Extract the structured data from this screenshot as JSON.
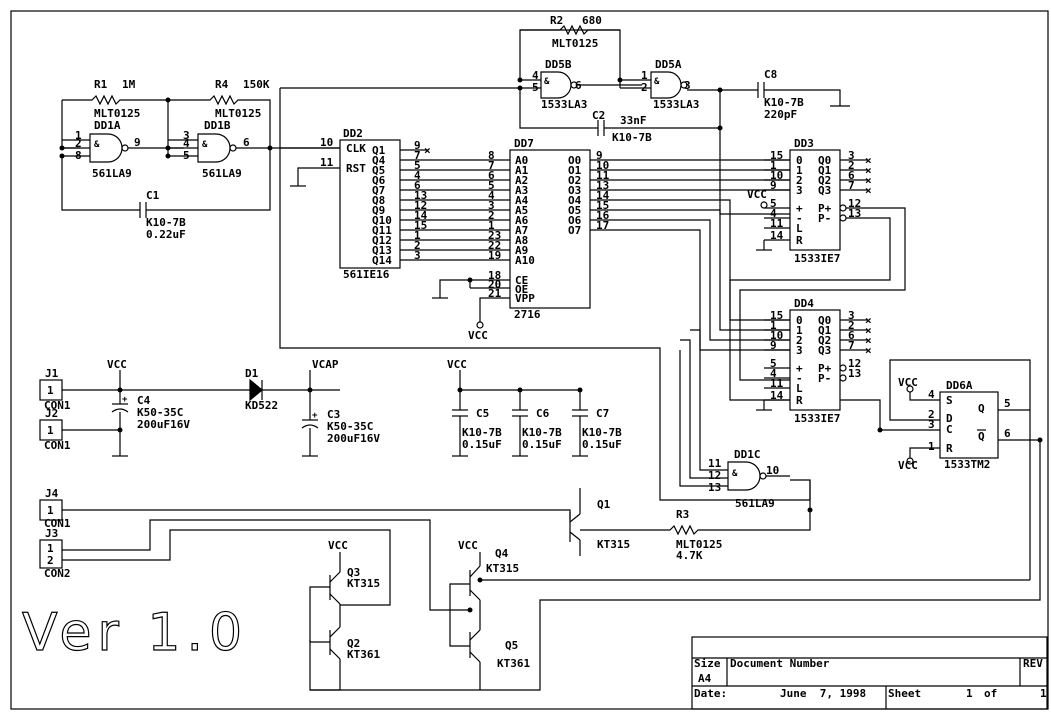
{
  "version": "Ver 1.0",
  "title_block": {
    "size_label": "Size",
    "size_value": "A4",
    "docnum_label": "Document Number",
    "rev_label": "REV",
    "date_label": "Date:",
    "date_value": "June  7, 1998",
    "sheet_label": "Sheet",
    "sheet_value": "1",
    "of_label": "of",
    "of_value": "1"
  },
  "resistors": {
    "r1": {
      "ref": "R1",
      "value": "1M",
      "type": "MLT0125"
    },
    "r4": {
      "ref": "R4",
      "value": "150K",
      "type": "MLT0125"
    },
    "r2": {
      "ref": "R2",
      "value": "680",
      "type": "MLT0125"
    },
    "r3": {
      "ref": "R3",
      "value": "4.7K",
      "type": "MLT0125"
    }
  },
  "capacitors": {
    "c1": {
      "ref": "C1",
      "type": "K10-7B",
      "value": "0.22uF"
    },
    "c2": {
      "ref": "C2",
      "type": "K10-7B",
      "value": "33nF"
    },
    "c8": {
      "ref": "C8",
      "type": "K10-7B",
      "value": "220pF"
    },
    "c4": {
      "ref": "C4",
      "type": "K50-35C",
      "value": "200uF16V"
    },
    "c3": {
      "ref": "C3",
      "type": "K50-35C",
      "value": "200uF16V"
    },
    "c5": {
      "ref": "C5",
      "type": "K10-7B",
      "value": "0.15uF"
    },
    "c6": {
      "ref": "C6",
      "type": "K10-7B",
      "value": "0.15uF"
    },
    "c7": {
      "ref": "C7",
      "type": "K10-7B",
      "value": "0.15uF"
    }
  },
  "chips": {
    "dd1a": {
      "ref": "DD1A",
      "type": "561LA9",
      "pins": [
        "1",
        "2",
        "8",
        "9"
      ]
    },
    "dd1b": {
      "ref": "DD1B",
      "type": "561LA9",
      "pins": [
        "3",
        "4",
        "5",
        "6"
      ]
    },
    "dd1c": {
      "ref": "DD1C",
      "type": "561LA9",
      "pins": [
        "11",
        "12",
        "13",
        "10"
      ]
    },
    "dd5b": {
      "ref": "DD5B",
      "type": "1533LA3",
      "pins": [
        "4",
        "5",
        "6"
      ]
    },
    "dd5a": {
      "ref": "DD5A",
      "type": "1533LA3",
      "pins": [
        "1",
        "2",
        "3"
      ]
    },
    "dd2": {
      "ref": "DD2",
      "type": "561IE16",
      "left": [
        {
          "pin": "10",
          "label": "CLK"
        },
        {
          "pin": "11",
          "label": "RST"
        }
      ],
      "right": [
        {
          "pin": "9",
          "label": "Q1"
        },
        {
          "pin": "7",
          "label": "Q4"
        },
        {
          "pin": "5",
          "label": "Q5"
        },
        {
          "pin": "4",
          "label": "Q6"
        },
        {
          "pin": "6",
          "label": "Q7"
        },
        {
          "pin": "13",
          "label": "Q8"
        },
        {
          "pin": "12",
          "label": "Q9"
        },
        {
          "pin": "14",
          "label": "Q10"
        },
        {
          "pin": "15",
          "label": "Q11"
        },
        {
          "pin": "1",
          "label": "Q12"
        },
        {
          "pin": "2",
          "label": "Q13"
        },
        {
          "pin": "3",
          "label": "Q14"
        }
      ]
    },
    "dd7": {
      "ref": "DD7",
      "type": "2716",
      "left": [
        {
          "pin": "8",
          "label": "A0"
        },
        {
          "pin": "7",
          "label": "A1"
        },
        {
          "pin": "6",
          "label": "A2"
        },
        {
          "pin": "5",
          "label": "A3"
        },
        {
          "pin": "4",
          "label": "A4"
        },
        {
          "pin": "3",
          "label": "A5"
        },
        {
          "pin": "2",
          "label": "A6"
        },
        {
          "pin": "1",
          "label": "A7"
        },
        {
          "pin": "23",
          "label": "A8"
        },
        {
          "pin": "22",
          "label": "A9"
        },
        {
          "pin": "19",
          "label": "A10"
        },
        {
          "pin": "18",
          "label": "CE"
        },
        {
          "pin": "20",
          "label": "OE"
        },
        {
          "pin": "21",
          "label": "VPP"
        }
      ],
      "right": [
        {
          "pin": "9",
          "label": "O0"
        },
        {
          "pin": "10",
          "label": "O1"
        },
        {
          "pin": "11",
          "label": "O2"
        },
        {
          "pin": "13",
          "label": "O3"
        },
        {
          "pin": "14",
          "label": "O4"
        },
        {
          "pin": "15",
          "label": "O5"
        },
        {
          "pin": "16",
          "label": "O6"
        },
        {
          "pin": "17",
          "label": "O7"
        }
      ]
    },
    "dd3": {
      "ref": "DD3",
      "type": "1533IE7",
      "left": [
        {
          "pin": "15",
          "label": "0"
        },
        {
          "pin": "1",
          "label": "1"
        },
        {
          "pin": "10",
          "label": "2"
        },
        {
          "pin": "9",
          "label": "3"
        },
        {
          "pin": "5",
          "label": "+"
        },
        {
          "pin": "4",
          "label": "-"
        },
        {
          "pin": "11",
          "label": "L"
        },
        {
          "pin": "14",
          "label": "R"
        }
      ],
      "right": [
        {
          "pin": "3",
          "label": "Q0"
        },
        {
          "pin": "2",
          "label": "Q1"
        },
        {
          "pin": "6",
          "label": "Q2"
        },
        {
          "pin": "7",
          "label": "Q3"
        },
        {
          "pin": "12",
          "label": "P+"
        },
        {
          "pin": "13",
          "label": "P-"
        }
      ]
    },
    "dd4": {
      "ref": "DD4",
      "type": "1533IE7",
      "left": [
        {
          "pin": "15",
          "label": "0"
        },
        {
          "pin": "1",
          "label": "1"
        },
        {
          "pin": "10",
          "label": "2"
        },
        {
          "pin": "9",
          "label": "3"
        },
        {
          "pin": "5",
          "label": "+"
        },
        {
          "pin": "4",
          "label": "-"
        },
        {
          "pin": "11",
          "label": "L"
        },
        {
          "pin": "14",
          "label": "R"
        }
      ],
      "right": [
        {
          "pin": "3",
          "label": "Q0"
        },
        {
          "pin": "2",
          "label": "Q1"
        },
        {
          "pin": "6",
          "label": "Q2"
        },
        {
          "pin": "7",
          "label": "Q3"
        },
        {
          "pin": "12",
          "label": "P+"
        },
        {
          "pin": "13",
          "label": "P-"
        }
      ]
    },
    "dd6a": {
      "ref": "DD6A",
      "type": "1533TM2",
      "left": [
        {
          "pin": "4",
          "label": "S"
        },
        {
          "pin": "2",
          "label": "D"
        },
        {
          "pin": "3",
          "label": "C"
        },
        {
          "pin": "1",
          "label": "R"
        }
      ],
      "right": [
        {
          "pin": "5",
          "label": "Q"
        },
        {
          "pin": "6",
          "label": "Q"
        }
      ]
    }
  },
  "diode": {
    "ref": "D1",
    "type": "KD522"
  },
  "connectors": {
    "j1": {
      "ref": "J1",
      "pin": "1",
      "type": "CON1"
    },
    "j2": {
      "ref": "J2",
      "pin": "1",
      "type": "CON1"
    },
    "j4": {
      "ref": "J4",
      "pin": "1",
      "type": "CON1"
    },
    "j3": {
      "ref": "J3",
      "pins": [
        "1",
        "2"
      ],
      "type": "CON2"
    }
  },
  "transistors": {
    "q1": {
      "ref": "Q1",
      "type": "KT315"
    },
    "q2": {
      "ref": "Q2",
      "type": "KT361"
    },
    "q3": {
      "ref": "Q3",
      "type": "KT315"
    },
    "q4": {
      "ref": "Q4",
      "type": "KT315"
    },
    "q5": {
      "ref": "Q5",
      "type": "KT361"
    }
  },
  "nets": {
    "vcc": "VCC",
    "vcap": "VCAP"
  }
}
